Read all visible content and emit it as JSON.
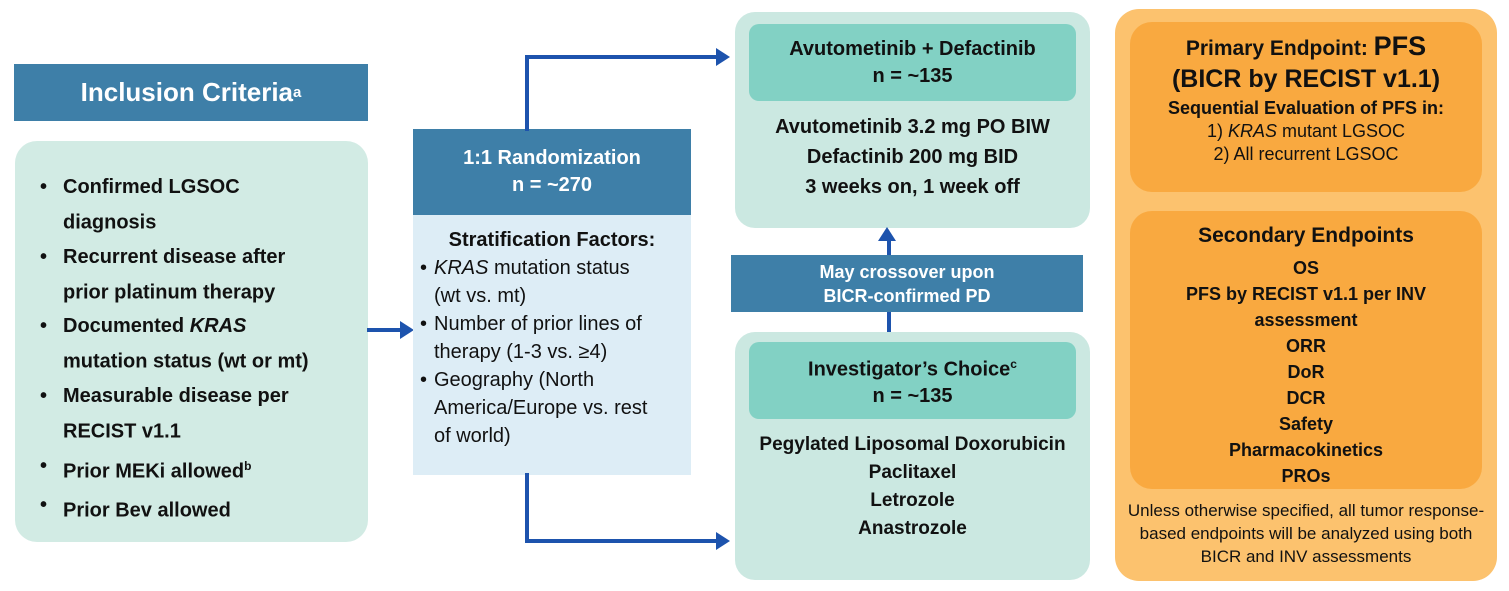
{
  "colors": {
    "header_blue": "#3e7fa8",
    "mint_green": "#d2ebe4",
    "light_blue": "#ddedf6",
    "teal_inner": "#82d1c4",
    "teal_outer": "#cbe8e1",
    "orange_outer": "#fcc26e",
    "orange_inner": "#f9a940",
    "arrow_blue": "#1d53ad",
    "text": "#111111"
  },
  "inclusion": {
    "title": "Inclusion Criteria",
    "title_sup": "a",
    "items": [
      {
        "pre": "Confirmed LGSOC diagnosis"
      },
      {
        "pre": "Recurrent disease after prior platinum therapy"
      },
      {
        "pre": "Documented ",
        "italic": "KRAS",
        "post": " mutation status (wt or mt)"
      },
      {
        "pre": "Measurable disease per RECIST v1.1"
      },
      {
        "pre": "Prior MEKi allowed",
        "sup": "b"
      },
      {
        "pre": "Prior Bev allowed"
      }
    ]
  },
  "randomization": {
    "title": "1:1 Randomization",
    "n": "n = ~270",
    "strat_title": "Stratification Factors:",
    "factors": [
      {
        "italic": "KRAS",
        "post": " mutation status (wt vs. mt)"
      },
      {
        "pre": "Number of prior lines of therapy (1-3 vs. ≥4)"
      },
      {
        "pre": "Geography (North America/Europe vs. rest of world)"
      }
    ]
  },
  "arm_top": {
    "title": "Avutometinib + Defactinib",
    "n": "n = ~135",
    "regimen": [
      "Avutometinib 3.2 mg PO BIW",
      "Defactinib 200 mg BID",
      "3 weeks on, 1 week off"
    ]
  },
  "crossover": {
    "label": "May crossover upon BICR-confirmed PD"
  },
  "arm_bottom": {
    "title": "Investigator’s Choice",
    "title_sup": "c",
    "n": "n = ~135",
    "options": [
      "Pegylated Liposomal Doxorubicin",
      "Paclitaxel",
      "Letrozole",
      "Anastrozole"
    ]
  },
  "endpoints": {
    "primary_label": "Primary Endpoint: ",
    "primary_value": "PFS",
    "primary_line2": "(BICR by RECIST v1.1)",
    "sequential_title": "Sequential Evaluation of PFS in:",
    "sequential_items": [
      {
        "pre": "1) ",
        "italic": "KRAS",
        "post": " mutant LGSOC"
      },
      {
        "pre": "2) All recurrent LGSOC"
      }
    ],
    "secondary_title": "Secondary Endpoints",
    "secondary_items": [
      "OS",
      "PFS by RECIST v1.1 per INV assessment",
      "ORR",
      "DoR",
      "DCR",
      "Safety",
      "Pharmacokinetics",
      "PROs"
    ],
    "footnote": "Unless otherwise specified, all tumor response-based endpoints will be analyzed using both BICR and INV assessments"
  }
}
